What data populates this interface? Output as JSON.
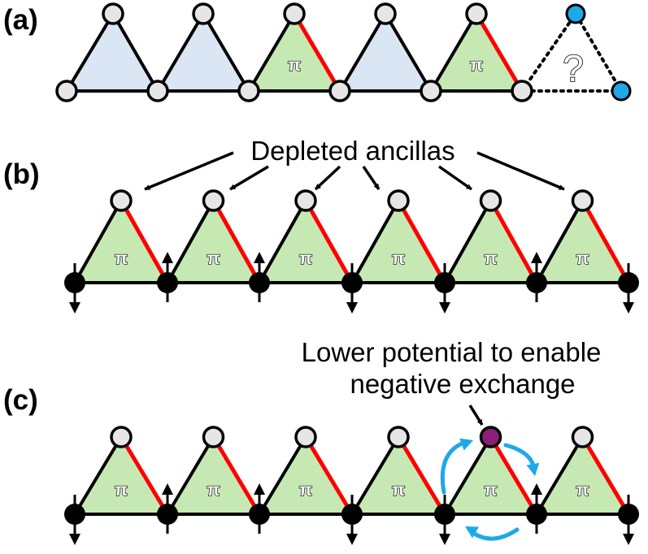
{
  "panels": {
    "a": {
      "label": "(a)",
      "question_mark": "?"
    },
    "b": {
      "label": "(b)",
      "annotation": "Depleted ancillas"
    },
    "c": {
      "label": "(c)",
      "annotation_line1": "Lower potential to enable",
      "annotation_line2": "negative exchange"
    }
  },
  "symbols": {
    "pi": "π"
  },
  "colors": {
    "green_triangle": "#c6e9b4",
    "blue_triangle": "#dbe6f4",
    "edge": "#000000",
    "red_edge": "#ff0000",
    "gray_site": "#e6e6e6",
    "blue_site": "#1ea8e8",
    "black_site": "#000000",
    "purple_site": "#8a1f7a",
    "cyan_arrow": "#1ea8e8"
  },
  "icons": [
    "spin-up-arrow-icon",
    "spin-down-arrow-icon",
    "hopping-arrow-icon"
  ]
}
